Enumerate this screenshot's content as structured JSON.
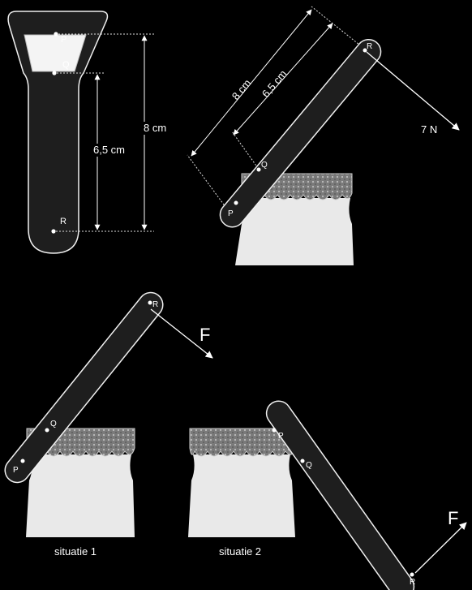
{
  "labels": {
    "point_p": "P",
    "point_q": "Q",
    "point_r": "R",
    "dim_8cm": "8 cm",
    "dim_65cm": "6,5 cm",
    "force_7n": "7 N",
    "force_f": "F",
    "situation_1": "situatie 1",
    "situation_2": "situatie 2"
  },
  "colors": {
    "background": "#000000",
    "opener_fill": "#1e1e1e",
    "outline": "#f0f0f0",
    "bottle": "#e9e9e9",
    "cap": "#8a8a8a"
  }
}
